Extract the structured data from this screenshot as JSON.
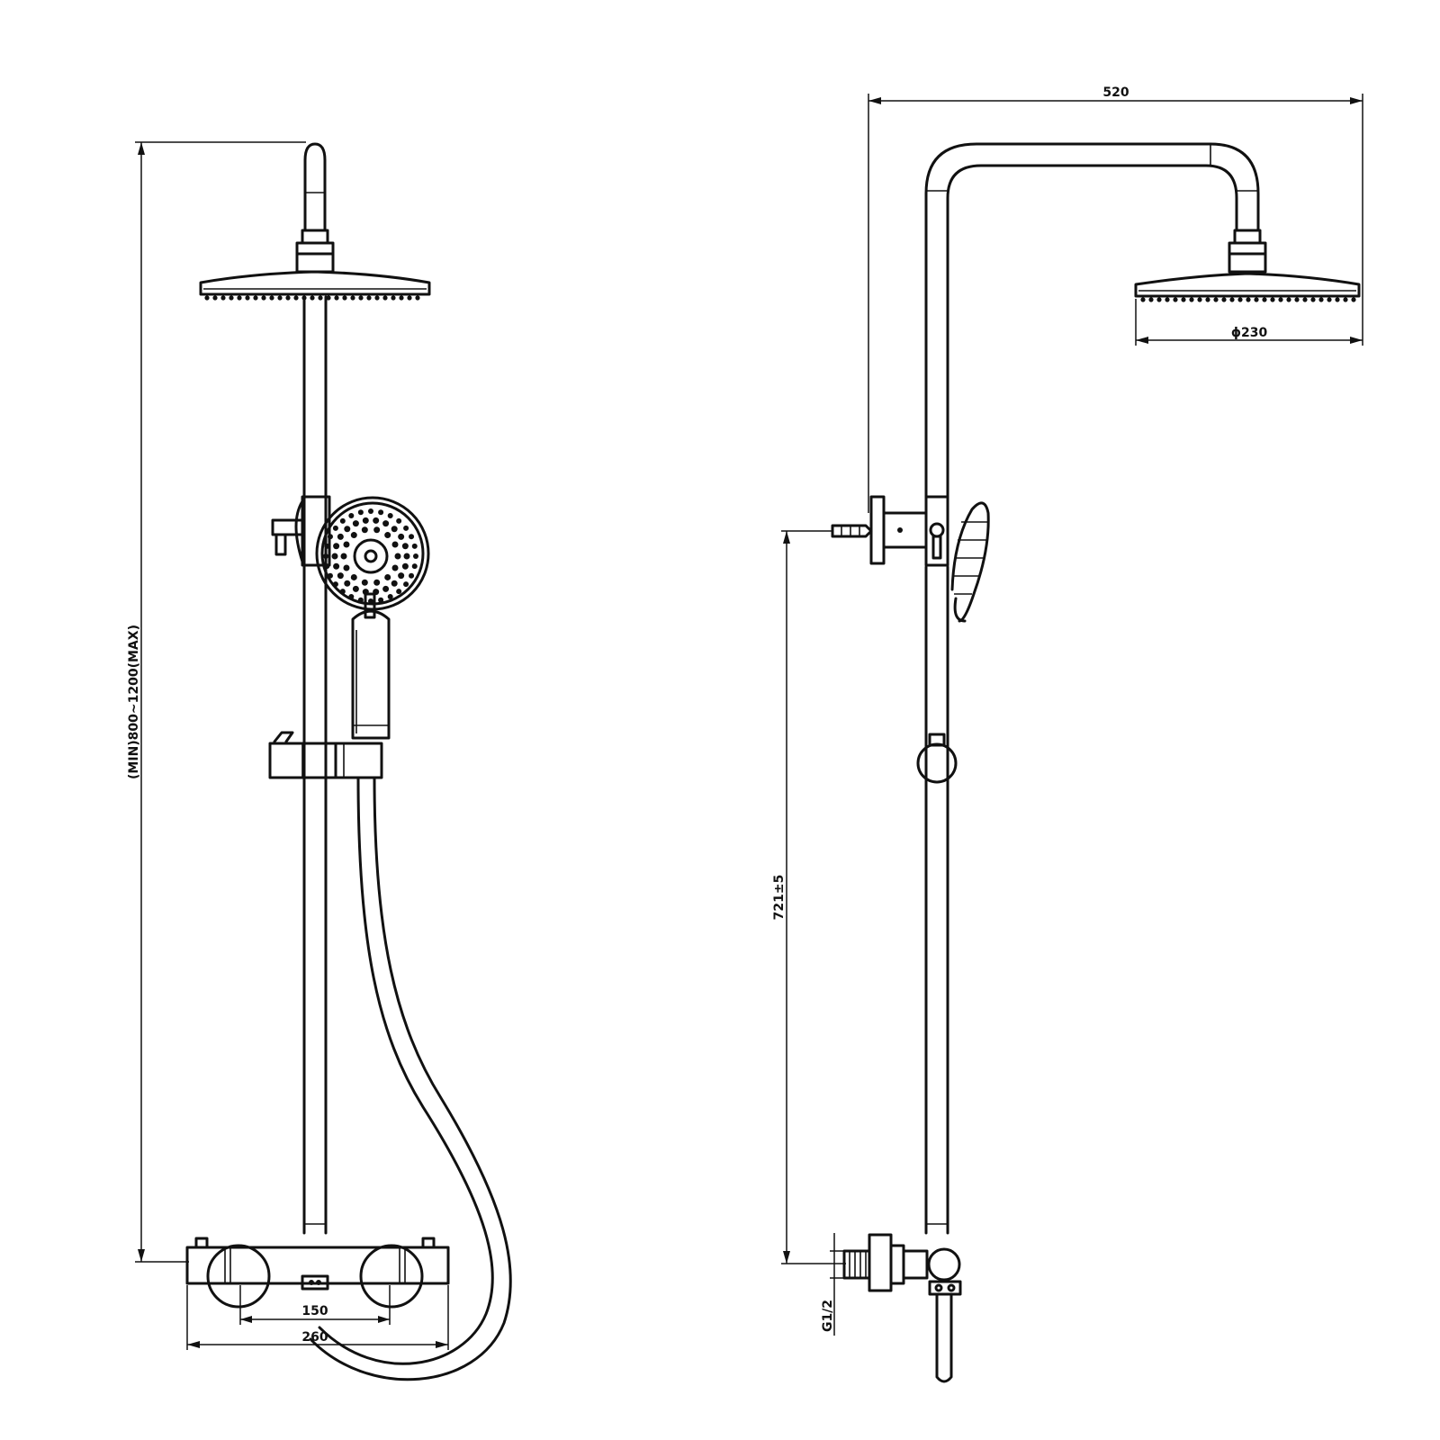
{
  "front_view": {
    "dimensions": {
      "height_range": "(MIN)800~1200(MAX)",
      "inlet_spacing": "150",
      "mixer_width": "260"
    }
  },
  "side_view": {
    "dimensions": {
      "arm_reach": "520",
      "head_diameter": "ϕ230",
      "outlet_height": "721±5",
      "inlet_thread": "G1/2"
    }
  }
}
